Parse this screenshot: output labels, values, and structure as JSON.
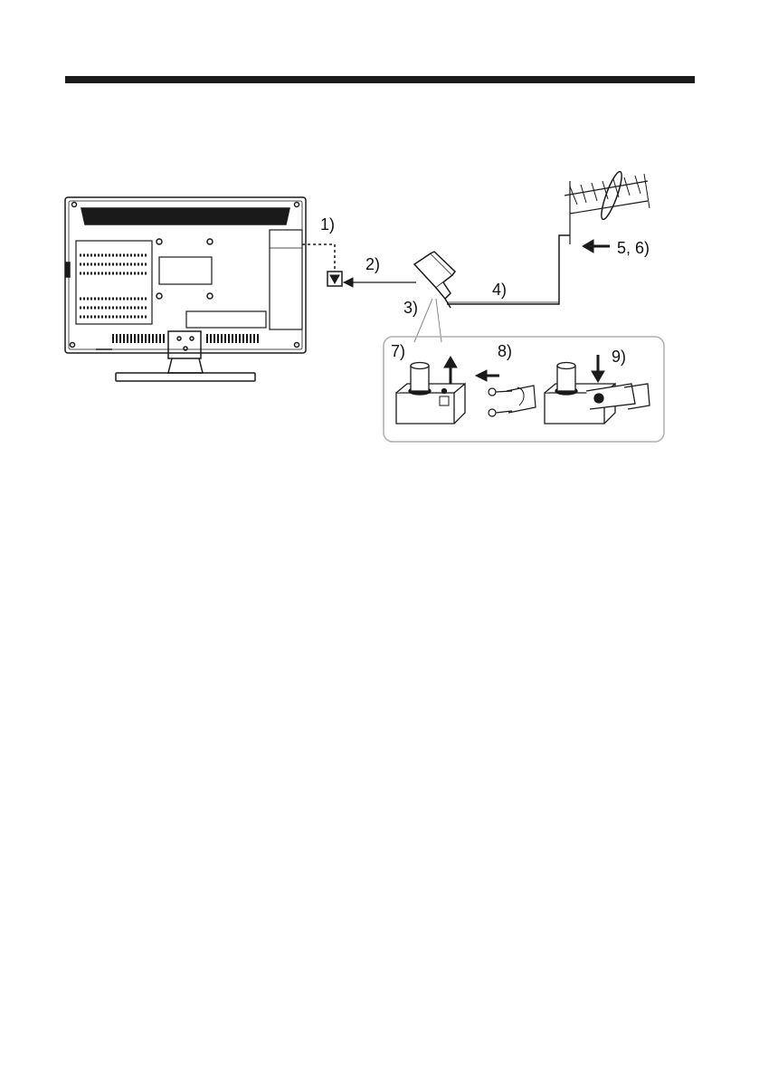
{
  "colors": {
    "line": "#1a1a1a",
    "frame": "#b0b0b0",
    "background": "#ffffff"
  },
  "icons": [
    "tv-back-panel-icon",
    "antenna-icon",
    "coax-plug-icon",
    "arrow-left-icon",
    "arrow-up-icon",
    "arrow-down-icon",
    "plug-base-icon",
    "cable-end-icon"
  ],
  "steps": {
    "s1": "1)",
    "s2": "2)",
    "s3": "3)",
    "s4": "4)",
    "s56": "5, 6)",
    "s7": "7)",
    "s8": "8)",
    "s9": "9)"
  }
}
